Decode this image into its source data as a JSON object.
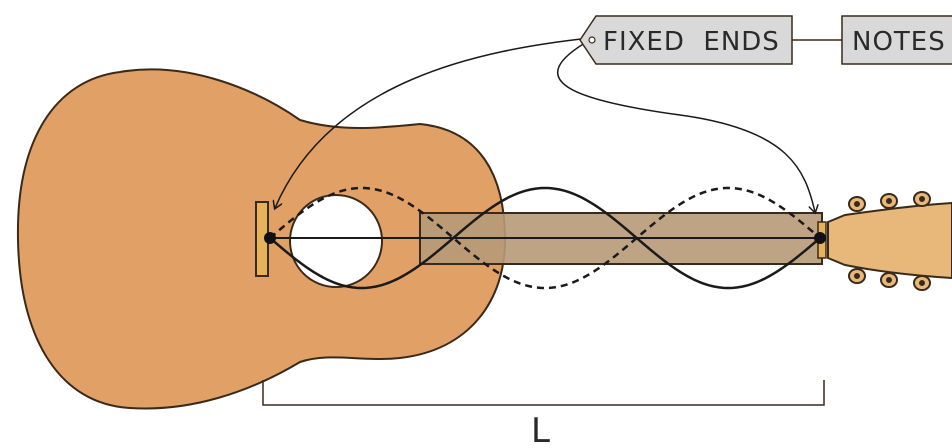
{
  "tags": {
    "fixed_ends": "FIXED  ENDS",
    "notes": "NOTES"
  },
  "length_label": "L",
  "colors": {
    "body": "#e0a066",
    "body_stroke": "#3a2a1a",
    "neck": "#b79a78",
    "head": "#e8b77a",
    "bridge": "#e6b35a",
    "tag_fill": "#d9d9d9",
    "ink": "#1a1a1a"
  },
  "icons": [
    "guitar-body",
    "sound-hole",
    "bridge",
    "neck",
    "headstock",
    "tuning-pegs",
    "standing-wave",
    "fixed-end-dot"
  ]
}
